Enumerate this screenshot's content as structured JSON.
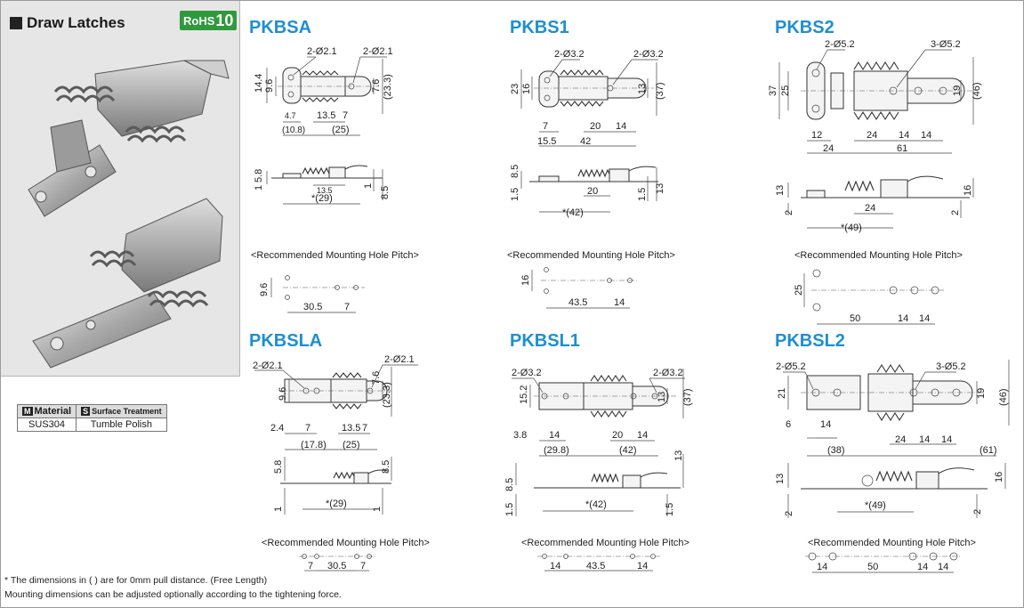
{
  "header": {
    "title": "Draw Latches",
    "rohs_prefix": "RoHS",
    "rohs_number": "10"
  },
  "material_table": {
    "material_badge": "M",
    "material_label": "Material",
    "surface_badge": "S",
    "surface_label": "Surface Treatment",
    "material_value": "SUS304",
    "surface_value": "Tumble Polish"
  },
  "recommended_label": "<Recommended Mounting Hole Pitch>",
  "products": [
    {
      "name": "PKBSA",
      "callouts": [
        "2-Ø2.1",
        "2-Ø2.1"
      ],
      "top_dims": [
        "14.4",
        "9.6",
        "7.6",
        "(23.3)",
        "4.7",
        "13.5",
        "7",
        "(10.8)",
        "(25)"
      ],
      "side_dims": [
        "5.8",
        "1",
        "13.5",
        "1",
        "8.5",
        "*(29)"
      ],
      "pitch_dims": [
        "9.6",
        "30.5",
        "7"
      ]
    },
    {
      "name": "PKBS1",
      "callouts": [
        "2-Ø3.2",
        "2-Ø3.2"
      ],
      "top_dims": [
        "23",
        "16",
        "13",
        "(37)",
        "7",
        "20",
        "14",
        "15.5",
        "42"
      ],
      "side_dims": [
        "8.5",
        "1.5",
        "20",
        "1.5",
        "13",
        "*(42)"
      ],
      "pitch_dims": [
        "16",
        "43.5",
        "14"
      ]
    },
    {
      "name": "PKBS2",
      "callouts": [
        "2-Ø5.2",
        "3-Ø5.2"
      ],
      "top_dims": [
        "37",
        "25",
        "19",
        "(46)",
        "12",
        "24",
        "14",
        "14",
        "24",
        "61"
      ],
      "side_dims": [
        "13",
        "2",
        "24",
        "2",
        "16",
        "*(49)"
      ],
      "pitch_dims": [
        "25",
        "50",
        "14",
        "14"
      ]
    },
    {
      "name": "PKBSLA",
      "callouts": [
        "2-Ø2.1",
        "2-Ø2.1"
      ],
      "top_dims": [
        "9.6",
        "7.6",
        "(23.3)",
        "2.4",
        "7",
        "13.5",
        "7",
        "(17.8)",
        "(25)"
      ],
      "side_dims": [
        "5.8",
        "1",
        "1",
        "8.5",
        "*(29)"
      ],
      "pitch_dims": [
        "7",
        "30.5",
        "7"
      ]
    },
    {
      "name": "PKBSL1",
      "callouts": [
        "2-Ø3.2",
        "2-Ø3.2"
      ],
      "top_dims": [
        "15.2",
        "13",
        "(37)",
        "3.8",
        "14",
        "20",
        "14",
        "(29.8)",
        "(42)"
      ],
      "side_dims": [
        "13",
        "8.5",
        "1.5",
        "1.5",
        "*(42)"
      ],
      "pitch_dims": [
        "14",
        "43.5",
        "14"
      ]
    },
    {
      "name": "PKBSL2",
      "callouts": [
        "2-Ø5.2",
        "3-Ø5.2"
      ],
      "top_dims": [
        "21",
        "19",
        "(46)",
        "6",
        "14",
        "24",
        "14",
        "14",
        "(38)",
        "(61)"
      ],
      "side_dims": [
        "13",
        "2",
        "16",
        "2",
        "*(49)"
      ],
      "pitch_dims": [
        "14",
        "50",
        "14",
        "14"
      ]
    }
  ],
  "footnotes": [
    "* The dimensions in (   ) are for 0mm pull distance. (Free Length)",
    "Mounting dimensions can be adjusted optionally according to the tightening force."
  ]
}
